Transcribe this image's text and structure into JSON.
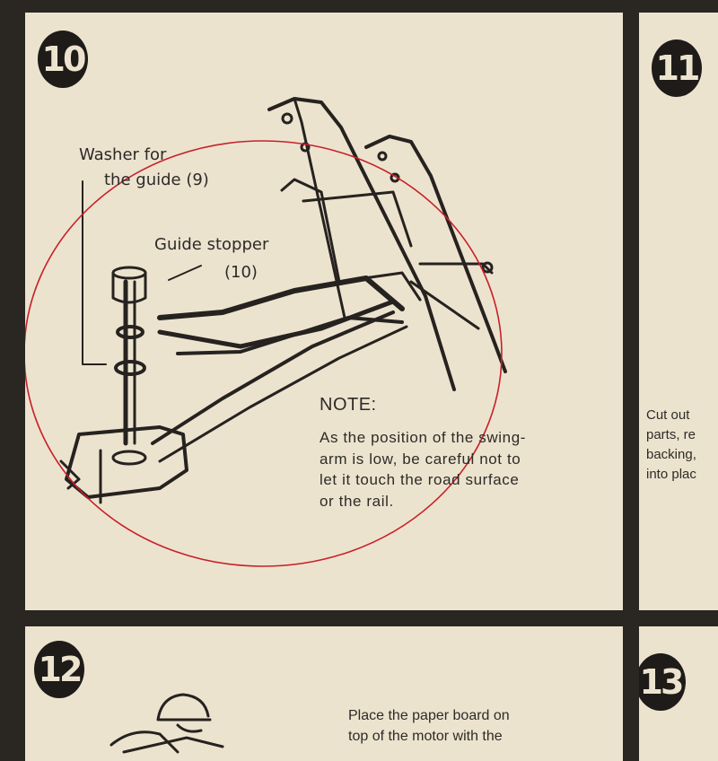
{
  "panel10": {
    "step": "10",
    "washer_label_line1": "Washer for",
    "washer_label_line2": "the guide (9)",
    "stopper_label_line1": "Guide stopper",
    "stopper_label_line2": "(10)",
    "note_heading": "NOTE:",
    "note_line1": "As the position of the swing-",
    "note_line2": "arm is low, be careful not to",
    "note_line3": "let it touch the road surface",
    "note_line4": "or the rail."
  },
  "panel11": {
    "step": "11",
    "text_line1": "Cut out",
    "text_line2": "parts, re",
    "text_line3": "backing,",
    "text_line4": "into plac"
  },
  "panel12": {
    "step": "12",
    "text_line1": "Place the paper board on",
    "text_line2": "top of the motor with the"
  },
  "panel13": {
    "step": "13"
  },
  "colors": {
    "paper": "#ece3cf",
    "ink": "#2a2622",
    "annotation_circle": "#c8202a"
  }
}
